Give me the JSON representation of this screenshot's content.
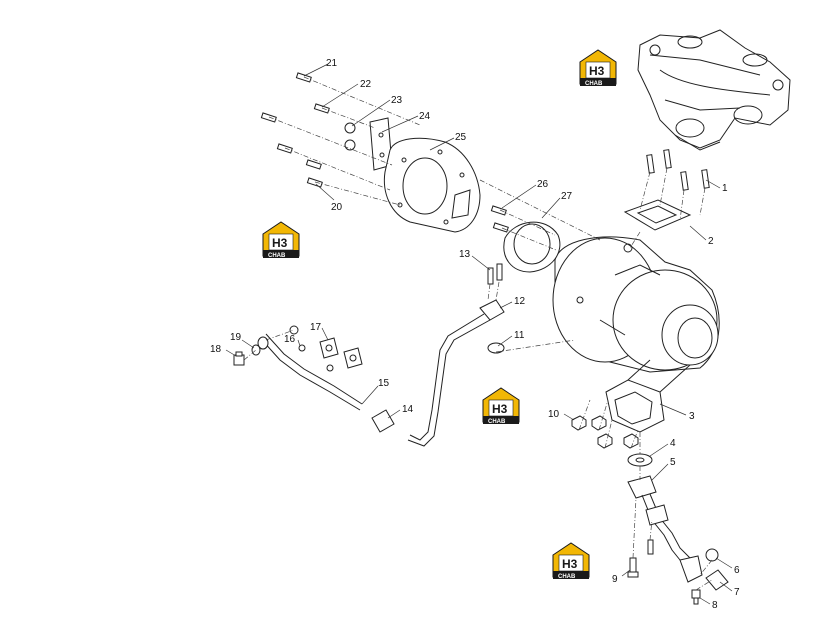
{
  "brand": {
    "logo_letters": "H3",
    "logo_word": "CHAB",
    "accent_color": "#f2b705",
    "dark_color": "#1a1a1a"
  },
  "callouts": [
    {
      "id": "1",
      "label": "1"
    },
    {
      "id": "2",
      "label": "2"
    },
    {
      "id": "3",
      "label": "3"
    },
    {
      "id": "4",
      "label": "4"
    },
    {
      "id": "5",
      "label": "5"
    },
    {
      "id": "6",
      "label": "6"
    },
    {
      "id": "7",
      "label": "7"
    },
    {
      "id": "8",
      "label": "8"
    },
    {
      "id": "9",
      "label": "9"
    },
    {
      "id": "10",
      "label": "10"
    },
    {
      "id": "11",
      "label": "11"
    },
    {
      "id": "12",
      "label": "12"
    },
    {
      "id": "13",
      "label": "13"
    },
    {
      "id": "14",
      "label": "14"
    },
    {
      "id": "15",
      "label": "15"
    },
    {
      "id": "16",
      "label": "16"
    },
    {
      "id": "17",
      "label": "17"
    },
    {
      "id": "18",
      "label": "18"
    },
    {
      "id": "19",
      "label": "19"
    },
    {
      "id": "20",
      "label": "20"
    },
    {
      "id": "21",
      "label": "21"
    },
    {
      "id": "22",
      "label": "22"
    },
    {
      "id": "23",
      "label": "23"
    },
    {
      "id": "24",
      "label": "24"
    },
    {
      "id": "25",
      "label": "25"
    },
    {
      "id": "26",
      "label": "26"
    },
    {
      "id": "27",
      "label": "27"
    }
  ]
}
